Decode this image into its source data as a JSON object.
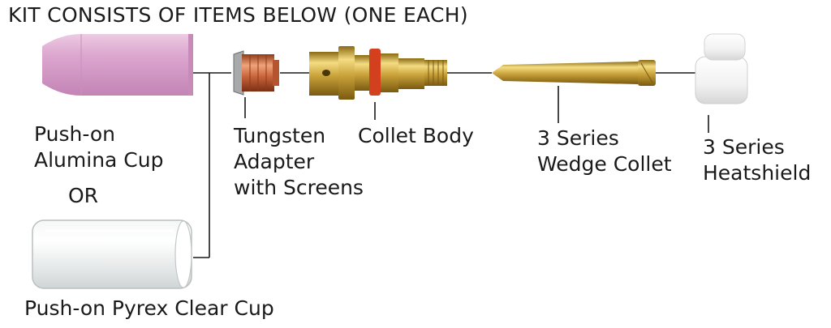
{
  "title": "KIT CONSISTS OF ITEMS BELOW (ONE EACH)",
  "labels": {
    "alumina_line1": "Push-on",
    "alumina_line2": "Alumina Cup",
    "or": "OR",
    "pyrex": "Push-on Pyrex Clear Cup",
    "tungsten_line1": "Tungsten",
    "tungsten_line2": "Adapter",
    "tungsten_line3": "with Screens",
    "collet_body": "Collet Body",
    "wedge_line1": "3 Series",
    "wedge_line2": "Wedge Collet",
    "heat_line1": "3 Series",
    "heat_line2": "Heatshield"
  },
  "colors": {
    "alumina": "#dca6cf",
    "brass": "#c9a23a",
    "copper": "#c8643c",
    "oring": "#d2401e",
    "ceramic": "#f4f4f4",
    "line": "#1a1a1a"
  }
}
